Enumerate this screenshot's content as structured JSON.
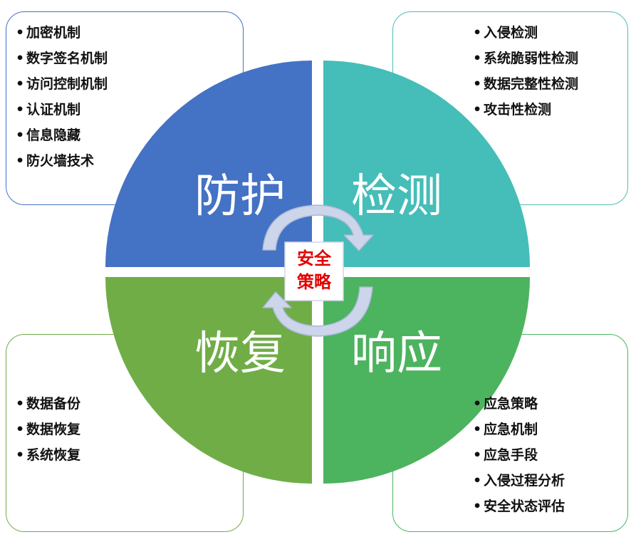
{
  "quadrants": {
    "protect": {
      "title": "防护",
      "color": "#4472c4",
      "items": [
        "加密机制",
        "数字签名机制",
        "访问控制机制",
        "认证机制",
        "信息隐藏",
        "防火墙技术"
      ]
    },
    "detect": {
      "title": "检测",
      "color": "#45bdb8",
      "items": [
        "入侵检测",
        "系统脆弱性检测",
        "数据完整性检测",
        "攻击性检测"
      ]
    },
    "recover": {
      "title": "恢复",
      "color": "#70ad47",
      "items": [
        "数据备份",
        "数据恢复",
        "系统恢复"
      ]
    },
    "respond": {
      "title": "响应",
      "color": "#4cb35f",
      "items": [
        "应急策略",
        "应急机制",
        "应急手段",
        "入侵过程分析",
        "安全状态评估"
      ]
    }
  },
  "center": {
    "line1": "安全",
    "line2": "策略",
    "text_color": "#e00000"
  }
}
